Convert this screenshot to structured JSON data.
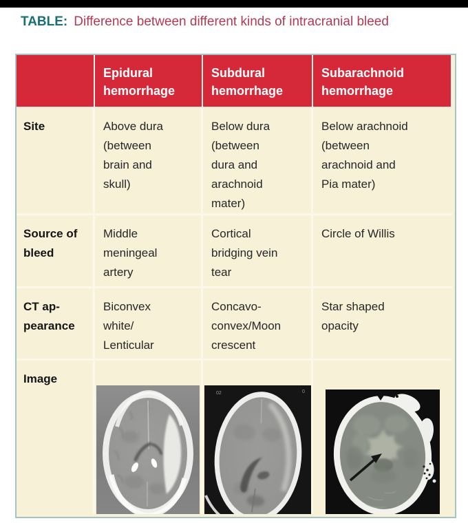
{
  "title": {
    "prefix": "TABLE:",
    "text": "Difference between different kinds of intracranial bleed"
  },
  "colors": {
    "header_red": "#d5293a",
    "cell_cream": "#f6f1d7",
    "table_border_teal": "#a5c3c7",
    "title_teal": "#186f76",
    "title_crimson": "#b23a52",
    "top_bar_black": "#000000"
  },
  "table": {
    "columns": [
      "",
      "Epidural\nhemorrhage",
      "Subdural\nhemorrhage",
      "Subarachnoid\nhemorrhage"
    ],
    "rows": [
      {
        "label": "Site",
        "cells": [
          "Above dura\n(between\nbrain and\nskull)",
          "Below dura\n(between\ndura and\narachnoid\nmater)",
          "Below arachnoid\n(between\narachnoid and\nPia mater)"
        ]
      },
      {
        "label": "Source of\nbleed",
        "cells": [
          "Middle\nmeningeal\nartery",
          "Cortical\nbridging vein\ntear",
          "Circle of Willis"
        ]
      },
      {
        "label": "CT ap-\npearance",
        "cells": [
          "Biconvex\nwhite/\nLenticular",
          "Concavo-\nconvex/Moon\ncrescent",
          "Star shaped\nopacity"
        ]
      },
      {
        "label": "Image",
        "cells": [
          "",
          "",
          ""
        ]
      }
    ]
  },
  "ct_images": {
    "epidural": {
      "name": "epidural-ct-scan"
    },
    "subdural": {
      "name": "subdural-ct-scan",
      "overlay_top_left": "02",
      "overlay_top_right": "0"
    },
    "subarachnoid": {
      "name": "subarachnoid-ct-scan"
    }
  }
}
